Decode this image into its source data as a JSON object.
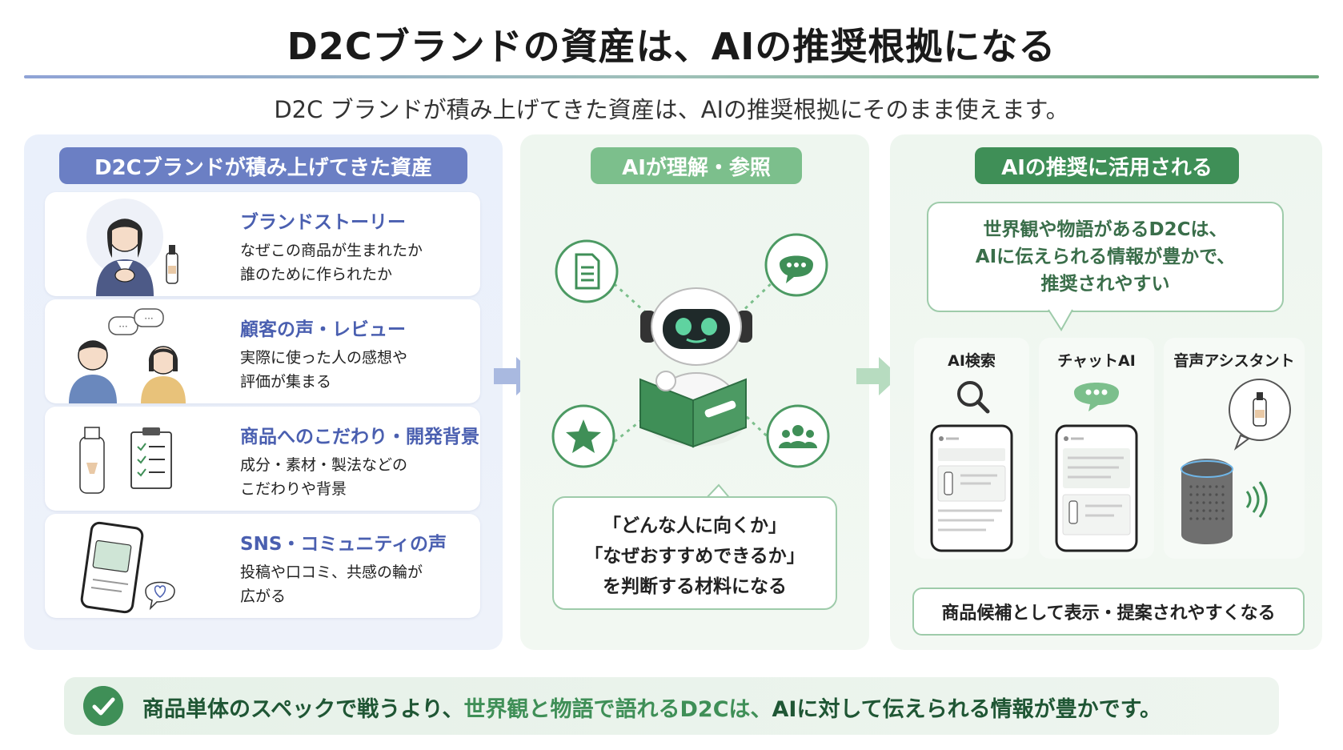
{
  "title": "D2Cブランドの資産は、AIの推奨根拠になる",
  "subtitle": "D2C ブランドが積み上げてきた資産は、AIの推奨根拠にそのまま使えます。",
  "left": {
    "header": "D2Cブランドが積み上げてきた資産",
    "cards": [
      {
        "title": "ブランドストーリー",
        "line1": "なぜこの商品が生まれたか",
        "line2": "誰のために作られたか"
      },
      {
        "title": "顧客の声・レビュー",
        "line1": "実際に使った人の感想や",
        "line2": "評価が集まる"
      },
      {
        "title": "商品へのこだわり・開発背景",
        "line1": "成分・素材・製法などの",
        "line2": "こだわりや背景"
      },
      {
        "title": "SNS・コミュニティの声",
        "line1": "投稿や口コミ、共感の輪が",
        "line2": "広がる"
      }
    ]
  },
  "middle": {
    "header": "AIが理解・参照",
    "bubble": {
      "line1": "「どんな人に向くか」",
      "line2": "「なぜおすすめできるか」",
      "line3": "を判断する材料になる"
    }
  },
  "right": {
    "header": "AIの推奨に活用される",
    "bubble": {
      "line1": "世界観や物語があるD2Cは、",
      "line2": "AIに伝えられる情報が豊かで、",
      "line3": "推奨されやすい"
    },
    "devices": [
      {
        "label": "AI検索"
      },
      {
        "label": "チャットAI"
      },
      {
        "label": "音声アシスタント"
      }
    ],
    "footer": "商品候補として表示・提案されやすくなる"
  },
  "banner": {
    "part1": "商品単体のスペックで戦うより、",
    "part2": "世界観と物語で語れるD2Cは、",
    "part3": "AIに対して伝えられる情報が豊かです。"
  },
  "colors": {
    "blue": "#6b7fc4",
    "light_green": "#7cbf8c",
    "dark_green": "#3f8f57"
  }
}
